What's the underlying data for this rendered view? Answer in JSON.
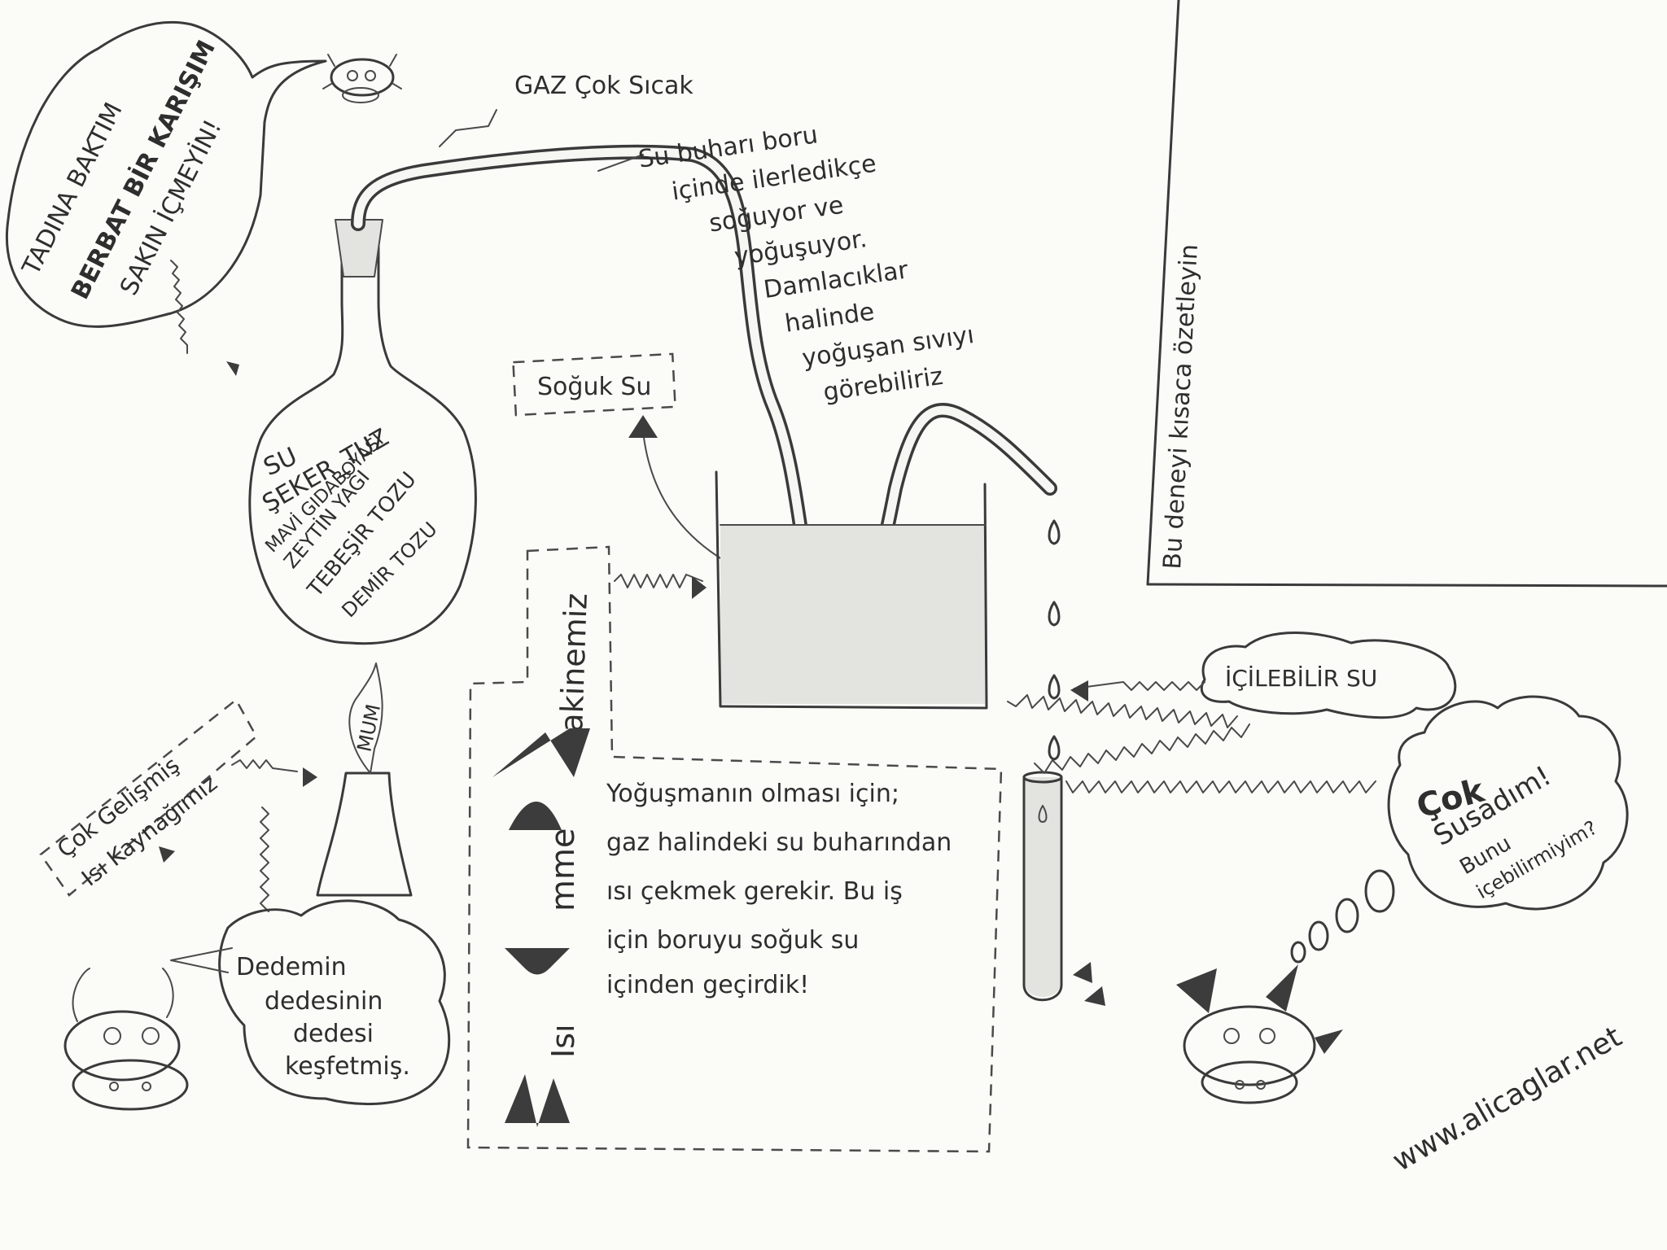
{
  "labels": {
    "speech_line1": "TADINA BAKTIM",
    "speech_line2": "BERBAT BİR KARIŞIM",
    "speech_line3": "SAKIN İÇMEYİN!",
    "gas_hot": "GAZ Çok Sıcak",
    "vapor_line1": "Su buharı boru",
    "vapor_line2": "içinde ilerledikçe",
    "vapor_line3": "soğuyor ve",
    "vapor_line4": "yoğuşuyor.",
    "vapor_line5": "Damlacıklar",
    "vapor_line6": "halinde",
    "vapor_line7": "yoğuşan sıvıyı",
    "vapor_line8": "görebiliriz",
    "cold_water": "Soğuk Su",
    "flask_1": "SU",
    "flask_2": "ŞEKER_TUZ",
    "flask_3": "MAVİ GIDABOYASI",
    "flask_4": "ZEYTİN YAĞI",
    "flask_5": "TEBEŞİR TOZU",
    "flask_6": "DEMİR TOZU",
    "candle": "MUM",
    "machine": "akinemiz",
    "isi_title": "Isı",
    "mme": "mme",
    "heat_source_1": "Çok Gelişmiş",
    "heat_source_2": "Isı Kaynağımız",
    "cond_line1": "Yoğuşmanın olması için;",
    "cond_line2": "gaz halindeki su buharından",
    "cond_line3": "ısı çekmek gerekir. Bu iş",
    "cond_line4": "için boruyu soğuk su",
    "cond_line5": "içinden geçirdik!",
    "drinkable": "İÇİLEBİLİR SU",
    "thirsty_1": "Çok",
    "thirsty_2": "Susadım!",
    "thirsty_3": "Bunu",
    "thirsty_4": "içebilirmiyim?",
    "ancestor_1": "Dedemin",
    "ancestor_2": "dedesinin",
    "ancestor_3": "dedesi",
    "ancestor_4": "keşfetmiş.",
    "summary": "Bu deneyi kısaca özetleyin",
    "website": "www.alicaglar.net"
  }
}
